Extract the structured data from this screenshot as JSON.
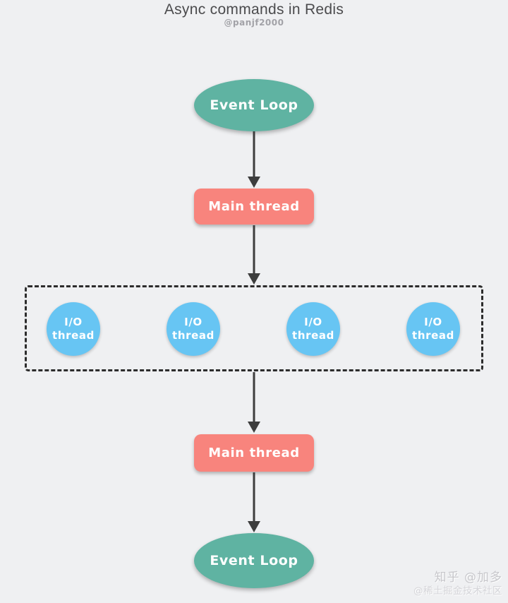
{
  "header": {
    "title": "Async commands in Redis",
    "subtitle": "@panjf2000"
  },
  "diagram": {
    "event_loop_top": {
      "label": "Event Loop"
    },
    "main_thread_top": {
      "label": "Main thread"
    },
    "io_thread": {
      "line1": "I/O",
      "line2": "thread",
      "count": 4
    },
    "main_thread_bottom": {
      "label": "Main thread"
    },
    "event_loop_bottom": {
      "label": "Event Loop"
    },
    "flow": [
      "Event Loop",
      "Main thread",
      "I/O thread x4 (grouped)",
      "Main thread",
      "Event Loop"
    ]
  },
  "watermark": {
    "line1": "知乎 @加多",
    "line2": "@稀土掘金技术社区"
  },
  "colors": {
    "background": "#eff0f2",
    "node_teal": "#5fb3a2",
    "node_salmon": "#f8847d",
    "node_blue": "#67c5f3",
    "arrow": "#3d3d3d",
    "dashed_border": "#2c2c2c",
    "title_color": "#4b4b4d",
    "subtitle_color": "#a2a2a7",
    "watermark1_color": "#c7c7cb",
    "watermark2_color": "#d5d5d9"
  }
}
